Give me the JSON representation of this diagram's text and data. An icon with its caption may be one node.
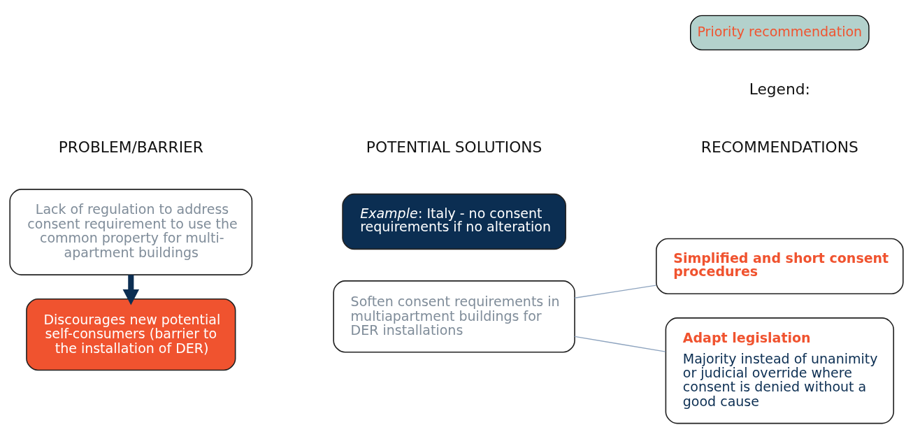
{
  "diagram": {
    "nodes": [
      {
        "text": [
          "Lack of regulation to address consent requirement to use the common property for multi-apartment buildings"
        ]
      },
      {
        "text": [
          "Discourages new potential self-consumers (barrier to the installation of DER)"
        ]
      },
      {
        "text": [
          "Soften consent requirements in multiapartment buildings for DER installations"
        ]
      },
      {
        "text": [
          "*Example*: Italy - no consent requirements if no alteration"
        ]
      },
      {
        "text": [
          "Simplified and short consent procedures"
        ]
      },
      {
        "text": [
          "Adapt legislation",
          "Majority instead of unanimity or judicial override where consent is denied without a good cause"
        ]
      }
    ],
    "edges": [
      {
        "from": 0,
        "to": 1,
        "arrow": "to",
        "style": "thick",
        "color": "#0b2e52"
      },
      {
        "from": 2,
        "to": 4,
        "arrow": "none"
      },
      {
        "from": 2,
        "to": 5,
        "arrow": "none"
      }
    ],
    "labels": [
      "PROBLEM/BARRIER",
      "POTENTIAL SOLUTIONS",
      "RECOMMENDATIONS",
      "Legend:"
    ],
    "legend": [
      {
        "text": "Priority recommendation",
        "color": "#b3d1cc"
      }
    ]
  }
}
